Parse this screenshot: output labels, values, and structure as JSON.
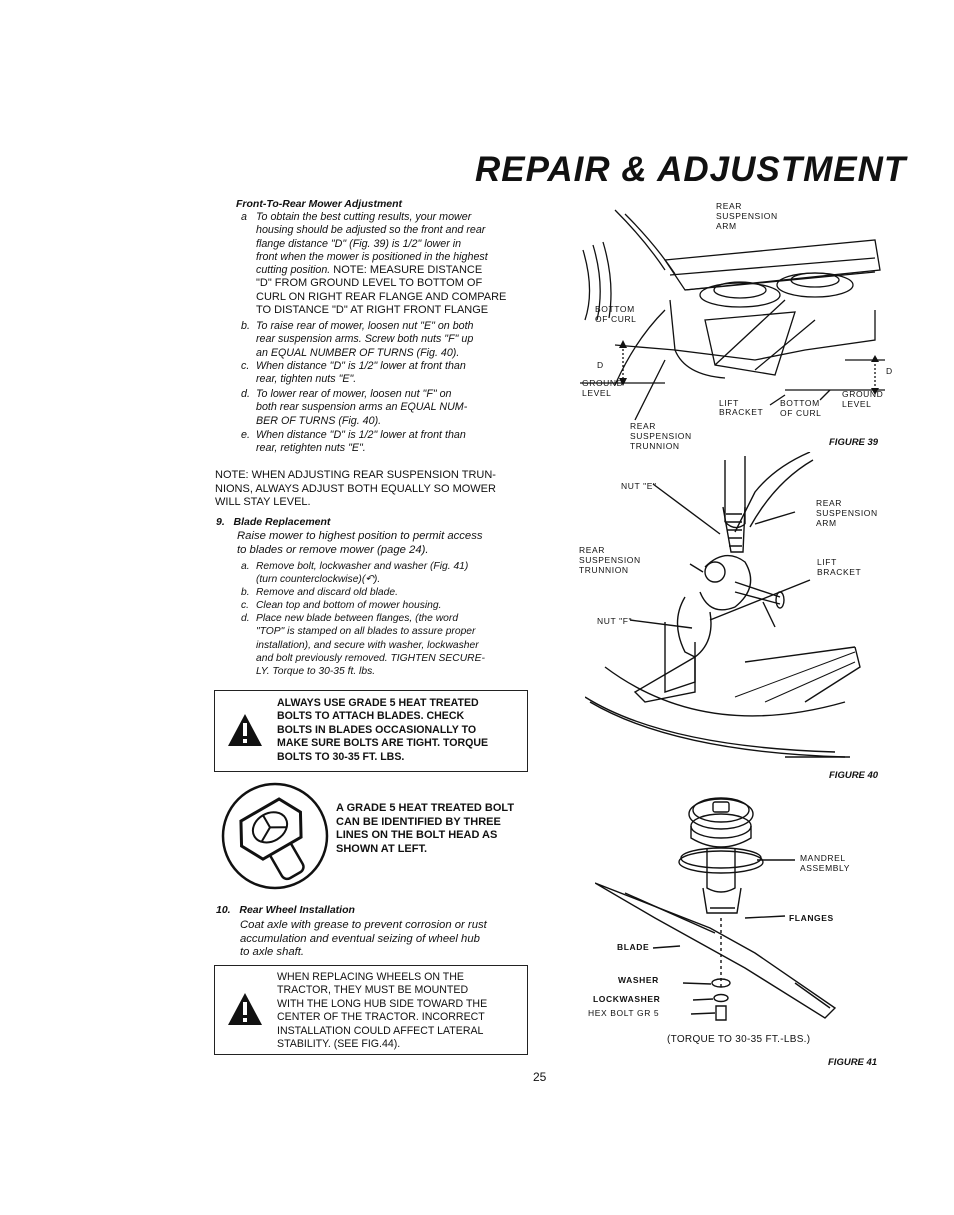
{
  "page_title": "REPAIR & ADJUSTMENT",
  "section_front_rear": {
    "heading": "Front-To-Rear Mower Adjustment",
    "steps": [
      {
        "label": "a",
        "lines": [
          "To obtain the best cutting results, your mower",
          "housing should be adjusted so the front and rear",
          "flange distance \"D\" (Fig. 39) is 1/2\" lower in",
          "front when the mower is positioned in the highest",
          "cutting position."
        ]
      },
      {
        "label": "",
        "lines": [
          "NOTE: MEASURE DISTANCE",
          "\"D\" FROM GROUND LEVEL TO BOTTOM OF",
          "CURL ON RIGHT REAR FLANGE AND COMPARE",
          "TO DISTANCE \"D\" AT RIGHT FRONT FLANGE"
        ]
      },
      {
        "label": "b.",
        "lines": [
          "To raise rear of mower, loosen nut \"E\" on both",
          "rear suspension arms. Screw both nuts \"F\" up",
          "an EQUAL NUMBER OF TURNS (Fig. 40)."
        ]
      },
      {
        "label": "c.",
        "lines": [
          "When distance \"D\" is 1/2\" lower at front than",
          "rear, tighten nuts \"E\"."
        ]
      },
      {
        "label": "d.",
        "lines": [
          "To lower rear of mower, loosen nut \"F\" on",
          "both rear suspension arms an EQUAL NUM-",
          "BER OF TURNS (Fig. 40)."
        ]
      },
      {
        "label": "e.",
        "lines": [
          "When distance \"D\" is 1/2\" lower at front than",
          "rear, retighten nuts \"E\"."
        ]
      }
    ],
    "note": [
      "NOTE: WHEN ADJUSTING REAR SUSPENSION TRUN-",
      "NIONS, ALWAYS ADJUST BOTH EQUALLY SO MOWER",
      "WILL STAY LEVEL."
    ]
  },
  "section_blade": {
    "number": "9.",
    "heading": "Blade Replacement",
    "intro": [
      "Raise mower to highest position to permit access",
      "to blades or remove mower (page 24)."
    ],
    "steps": [
      {
        "label": "a.",
        "lines": [
          "Remove bolt, lockwasher and washer (Fig. 41)",
          "(turn counterclockwise)(↶)."
        ]
      },
      {
        "label": "b.",
        "lines": [
          "Remove and discard old blade."
        ]
      },
      {
        "label": "c.",
        "lines": [
          "Clean top and bottom of mower housing."
        ]
      },
      {
        "label": "d.",
        "lines": [
          "Place new blade between flanges, (the word",
          "\"TOP\" is stamped on all blades to assure proper",
          "installation), and secure with washer, lockwasher",
          "and bolt previously removed. TIGHTEN SECURE-",
          "LY. Torque to 30-35 ft. lbs."
        ]
      }
    ],
    "warning": [
      "ALWAYS USE GRADE 5 HEAT TREATED",
      "BOLTS TO ATTACH BLADES. CHECK",
      "BOLTS IN BLADES OCCASIONALLY TO",
      "MAKE SURE BOLTS ARE TIGHT. TORQUE",
      "BOLTS TO 30-35 FT. LBS."
    ],
    "bolt_text": [
      "A GRADE 5 HEAT TREATED BOLT",
      "CAN BE IDENTIFIED BY THREE",
      "LINES ON THE BOLT HEAD AS",
      "SHOWN AT LEFT."
    ]
  },
  "section_wheel": {
    "number": "10.",
    "heading": "Rear Wheel Installation",
    "text": [
      "Coat axle with grease to prevent corrosion or rust",
      "accumulation and eventual seizing of wheel hub",
      "to axle shaft."
    ],
    "warning": [
      "WHEN REPLACING WHEELS ON THE",
      "TRACTOR, THEY MUST BE MOUNTED",
      "WITH THE LONG HUB SIDE TOWARD THE",
      "CENTER OF THE TRACTOR. INCORRECT",
      "INSTALLATION COULD AFFECT LATERAL",
      "STABILITY. (SEE FIG.44)."
    ]
  },
  "figure39": {
    "caption": "FIGURE 39",
    "labels": {
      "rear_arm": [
        "REAR",
        "SUSPENSION",
        "ARM"
      ],
      "bottom_curl_left": [
        "BOTTOM",
        "OF CURL"
      ],
      "d_left": "D",
      "d_right": "D",
      "ground_left": [
        "GROUND",
        "LEVEL"
      ],
      "lift_bracket": [
        "LIFT",
        "BRACKET"
      ],
      "bottom_curl_right": [
        "BOTTOM",
        "OF CURL"
      ],
      "ground_right": [
        "GROUND",
        "LEVEL"
      ],
      "trunnion": [
        "REAR",
        "SUSPENSION",
        "TRUNNION"
      ]
    }
  },
  "figure40": {
    "caption": "FIGURE 40",
    "labels": {
      "nut_e": "NUT \"E\"",
      "rear_arm": [
        "REAR",
        "SUSPENSION",
        "ARM"
      ],
      "trunnion": [
        "REAR",
        "SUSPENSION",
        "TRUNNION"
      ],
      "lift_bracket": [
        "LIFT",
        "BRACKET"
      ],
      "nut_f": "NUT \"F\""
    }
  },
  "figure41": {
    "caption": "FIGURE 41",
    "labels": {
      "mandrel": [
        "MANDREL",
        "ASSEMBLY"
      ],
      "flanges": "FLANGES",
      "blade": "BLADE",
      "washer": "WASHER",
      "lockwasher": "LOCKWASHER",
      "hex_bolt": "HEX BOLT GR 5"
    },
    "torque": "(TORQUE TO 30-35 FT.-LBS.)"
  },
  "page_number": "25"
}
